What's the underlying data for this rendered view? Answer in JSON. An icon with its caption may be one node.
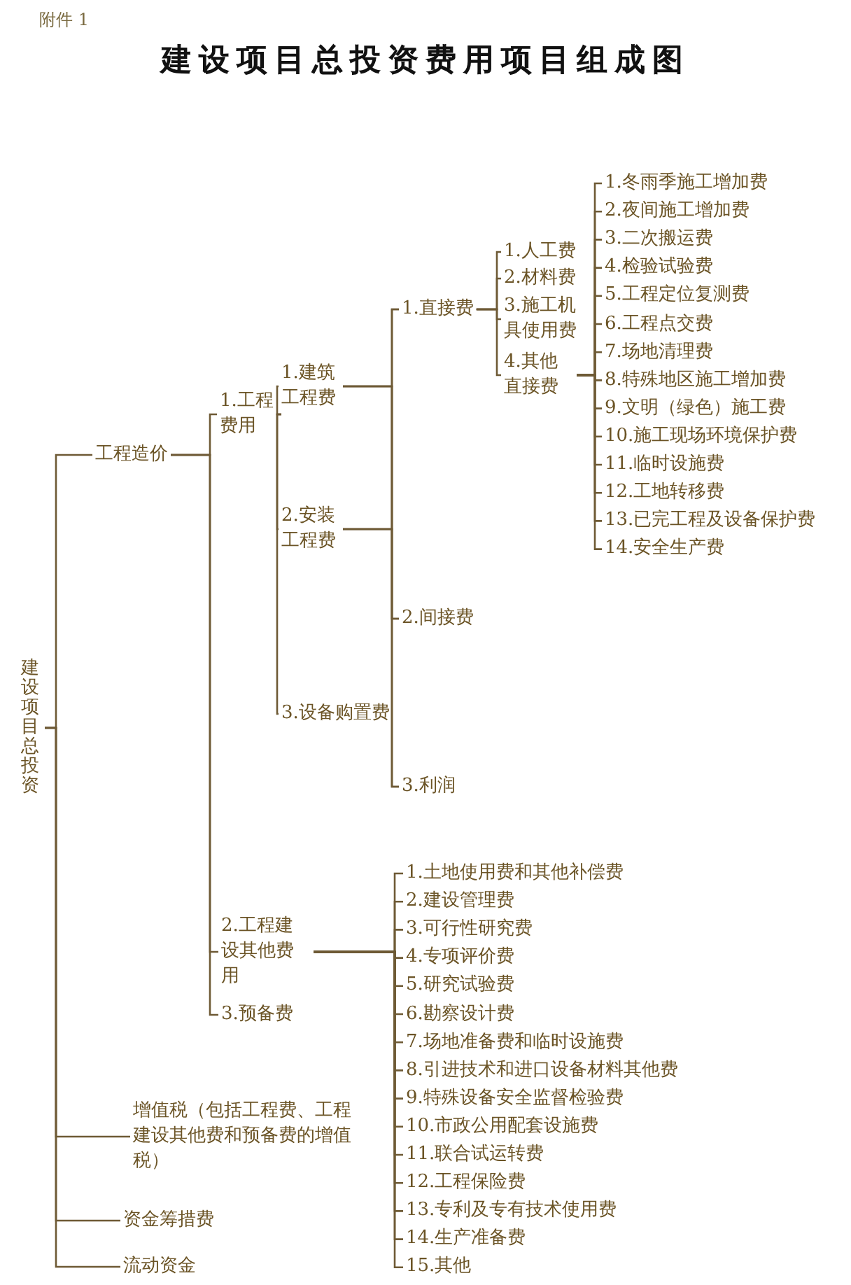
{
  "diagram": {
    "title": "建设项目总投资费用项目组成图",
    "nodes": [
      {
        "text": [
          "建设项目总投资"
        ]
      },
      {
        "text": [
          "工程造价"
        ]
      },
      {
        "text": [
          "1.工程费用"
        ]
      },
      {
        "text": [
          "1.建筑工程费"
        ]
      },
      {
        "text": [
          "2.安装工程费"
        ]
      },
      {
        "text": [
          "3.设备购置费"
        ]
      },
      {
        "text": [
          "1.直接费"
        ]
      },
      {
        "text": [
          "2.间接费"
        ]
      },
      {
        "text": [
          "3.利润"
        ]
      },
      {
        "text": [
          "1.人工费"
        ]
      },
      {
        "text": [
          "2.材料费"
        ]
      },
      {
        "text": [
          "3.施工机具使用费"
        ]
      },
      {
        "text": [
          "4.其他直接费"
        ]
      },
      {
        "text": [
          "1.冬雨季施工增加费"
        ]
      },
      {
        "text": [
          "2.夜间施工增加费"
        ]
      },
      {
        "text": [
          "3.二次搬运费"
        ]
      },
      {
        "text": [
          "4.检验试验费"
        ]
      },
      {
        "text": [
          "5.工程定位复测费"
        ]
      },
      {
        "text": [
          "6.工程点交费"
        ]
      },
      {
        "text": [
          "7.场地清理费"
        ]
      },
      {
        "text": [
          "8.特殊地区施工增加费"
        ]
      },
      {
        "text": [
          "9.文明（绿色）施工费"
        ]
      },
      {
        "text": [
          "10.施工现场环境保护费"
        ]
      },
      {
        "text": [
          "11.临时设施费"
        ]
      },
      {
        "text": [
          "12.工地转移费"
        ]
      },
      {
        "text": [
          "13.已完工程及设备保护费"
        ]
      },
      {
        "text": [
          "14.安全生产费"
        ]
      },
      {
        "text": [
          "2.工程建设其他费用"
        ]
      },
      {
        "text": [
          "3.预备费"
        ]
      },
      {
        "text": [
          "1.土地使用费和其他补偿费"
        ]
      },
      {
        "text": [
          "2.建设管理费"
        ]
      },
      {
        "text": [
          "3.可行性研究费"
        ]
      },
      {
        "text": [
          "4.专项评价费"
        ]
      },
      {
        "text": [
          "5.研究试验费"
        ]
      },
      {
        "text": [
          "6.勘察设计费"
        ]
      },
      {
        "text": [
          "7.场地准备费和临时设施费"
        ]
      },
      {
        "text": [
          "8.引进技术和进口设备材料其他费"
        ]
      },
      {
        "text": [
          "9.特殊设备安全监督检验费"
        ]
      },
      {
        "text": [
          "10.市政公用配套设施费"
        ]
      },
      {
        "text": [
          "11.联合试运转费"
        ]
      },
      {
        "text": [
          "12.工程保险费"
        ]
      },
      {
        "text": [
          "13.专利及专有技术使用费"
        ]
      },
      {
        "text": [
          "14.生产准备费"
        ]
      },
      {
        "text": [
          "15.其他"
        ]
      },
      {
        "text": [
          "增值税（包括工程费、工程建设其他费和预备费的增值税）"
        ]
      },
      {
        "text": [
          "资金筹措费"
        ]
      },
      {
        "text": [
          "流动资金"
        ]
      }
    ],
    "edges": [
      {
        "from": 0,
        "to": 1,
        "arrow": "none"
      },
      {
        "from": 0,
        "to": 44,
        "arrow": "none"
      },
      {
        "from": 0,
        "to": 45,
        "arrow": "none"
      },
      {
        "from": 0,
        "to": 46,
        "arrow": "none"
      },
      {
        "from": 1,
        "to": 2,
        "arrow": "none"
      },
      {
        "from": 1,
        "to": 27,
        "arrow": "none"
      },
      {
        "from": 1,
        "to": 28,
        "arrow": "none"
      },
      {
        "from": 2,
        "to": 3,
        "arrow": "none"
      },
      {
        "from": 2,
        "to": 4,
        "arrow": "none"
      },
      {
        "from": 2,
        "to": 5,
        "arrow": "none"
      },
      {
        "from": 3,
        "to": 6,
        "arrow": "none"
      },
      {
        "from": 3,
        "to": 7,
        "arrow": "none"
      },
      {
        "from": 3,
        "to": 8,
        "arrow": "none"
      },
      {
        "from": 4,
        "to": 6,
        "arrow": "none"
      },
      {
        "from": 4,
        "to": 7,
        "arrow": "none"
      },
      {
        "from": 4,
        "to": 8,
        "arrow": "none"
      },
      {
        "from": 6,
        "to": 9,
        "arrow": "none"
      },
      {
        "from": 6,
        "to": 10,
        "arrow": "none"
      },
      {
        "from": 6,
        "to": 11,
        "arrow": "none"
      },
      {
        "from": 6,
        "to": 12,
        "arrow": "none"
      },
      {
        "from": 12,
        "to": 13,
        "arrow": "none"
      },
      {
        "from": 12,
        "to": 14,
        "arrow": "none"
      },
      {
        "from": 12,
        "to": 15,
        "arrow": "none"
      },
      {
        "from": 12,
        "to": 16,
        "arrow": "none"
      },
      {
        "from": 12,
        "to": 17,
        "arrow": "none"
      },
      {
        "from": 12,
        "to": 18,
        "arrow": "none"
      },
      {
        "from": 12,
        "to": 19,
        "arrow": "none"
      },
      {
        "from": 12,
        "to": 20,
        "arrow": "none"
      },
      {
        "from": 12,
        "to": 21,
        "arrow": "none"
      },
      {
        "from": 12,
        "to": 22,
        "arrow": "none"
      },
      {
        "from": 12,
        "to": 23,
        "arrow": "none"
      },
      {
        "from": 12,
        "to": 24,
        "arrow": "none"
      },
      {
        "from": 12,
        "to": 25,
        "arrow": "none"
      },
      {
        "from": 12,
        "to": 26,
        "arrow": "none"
      },
      {
        "from": 27,
        "to": 29,
        "arrow": "none"
      },
      {
        "from": 27,
        "to": 30,
        "arrow": "none"
      },
      {
        "from": 27,
        "to": 31,
        "arrow": "none"
      },
      {
        "from": 27,
        "to": 32,
        "arrow": "none"
      },
      {
        "from": 27,
        "to": 33,
        "arrow": "none"
      },
      {
        "from": 27,
        "to": 34,
        "arrow": "none"
      },
      {
        "from": 27,
        "to": 35,
        "arrow": "none"
      },
      {
        "from": 27,
        "to": 36,
        "arrow": "none"
      },
      {
        "from": 27,
        "to": 37,
        "arrow": "none"
      },
      {
        "from": 27,
        "to": 38,
        "arrow": "none"
      },
      {
        "from": 27,
        "to": 39,
        "arrow": "none"
      },
      {
        "from": 27,
        "to": 40,
        "arrow": "none"
      },
      {
        "from": 27,
        "to": 41,
        "arrow": "none"
      },
      {
        "from": 27,
        "to": 42,
        "arrow": "none"
      },
      {
        "from": 27,
        "to": 43,
        "arrow": "none"
      }
    ],
    "labels": [
      "附件 1"
    ]
  }
}
